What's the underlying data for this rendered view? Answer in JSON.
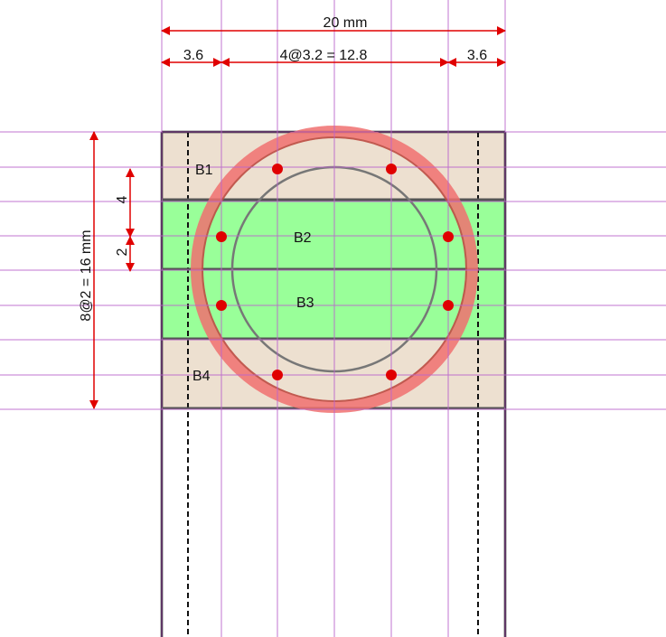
{
  "dimensions": {
    "total_width": "20 mm",
    "left_cover": "3.6",
    "middle_spacing": "4@3.2 = 12.8",
    "right_cover": "3.6",
    "total_height": "8@2 = 16 mm",
    "band_height": "4",
    "half_band": "2"
  },
  "bands": [
    {
      "label": "B1",
      "fill": "#ede0d0"
    },
    {
      "label": "B2",
      "fill": "#99ff99"
    },
    {
      "label": "B3",
      "fill": "#99ff99"
    },
    {
      "label": "B4",
      "fill": "#ede0d0"
    }
  ],
  "colors": {
    "grid": "#bb66cc",
    "dimension": "#e00000",
    "rebar": "#e00000",
    "outer_ring": "#f07070",
    "inner_circle": "#777777",
    "outline": "#111111"
  }
}
